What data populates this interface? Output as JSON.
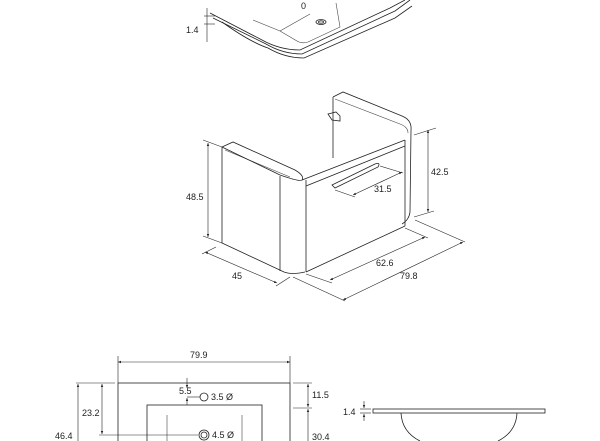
{
  "top_sink": {
    "thickness": "1.4",
    "tap_mark": "0"
  },
  "cabinet": {
    "height_left": "48.5",
    "depth": "45",
    "inner_width": "62.6",
    "total_width": "79.8",
    "height_right": "42.5",
    "handle_width": "31.5"
  },
  "plan_view": {
    "width": "79.9",
    "tap_offset": "5.5",
    "tap_hole": "3.5 Ø",
    "edge_to_basin": "11.5",
    "drain_distance": "23.2",
    "total_depth": "46.4",
    "drain_hole": "4.5 Ø",
    "basin_depth": "30.4"
  },
  "side_view": {
    "thickness": "1.4"
  }
}
